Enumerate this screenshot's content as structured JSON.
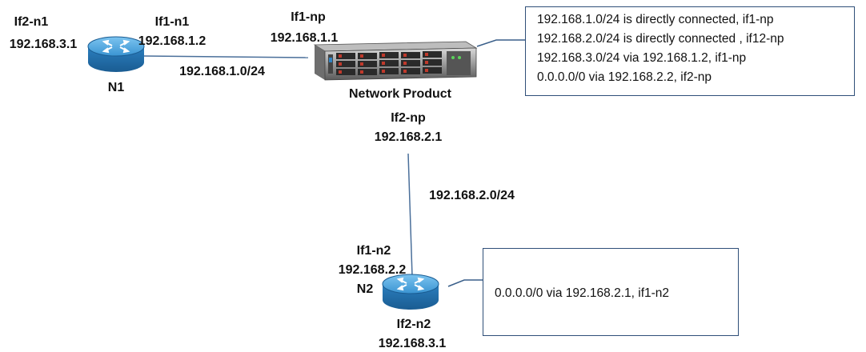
{
  "nodes": {
    "n1": {
      "name": "N1",
      "if_left": "If2-n1",
      "ip_left": "192.168.3.1",
      "if_right": "If1-n1",
      "ip_right": "192.168.1.2"
    },
    "np": {
      "name": "Network Product",
      "if_left": "If1-np",
      "ip_left": "192.168.1.1",
      "if_bottom": "If2-np",
      "ip_bottom": "192.168.2.1"
    },
    "n2": {
      "name": "N2",
      "if_top": "If1-n2",
      "ip_top": "192.168.2.2",
      "if_bottom": "If2-n2",
      "ip_bottom": "192.168.3.1"
    }
  },
  "links": {
    "n1_np": "192.168.1.0/24",
    "np_n2": "192.168.2.0/24"
  },
  "routing_tables": {
    "np": [
      "192.168.1.0/24 is directly connected, if1-np",
      "192.168.2.0/24 is directly connected , if12-np",
      "192.168.3.0/24 via  192.168.1.2, if1-np",
      "0.0.0.0/0 via 192.168.2.2, if2-np"
    ],
    "n2": [
      "0.0.0.0/0 via 192.168.2.1, if1-n2"
    ]
  },
  "colors": {
    "router": "#2f83c4",
    "router_top": "#5db0e6",
    "connector": "#3a5f8a",
    "server": "#3c3c3c"
  }
}
